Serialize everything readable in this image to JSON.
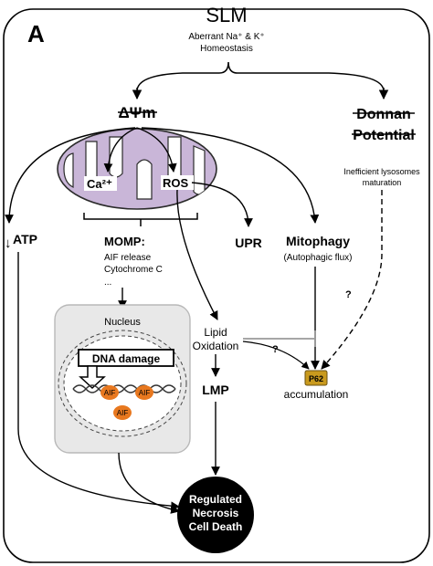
{
  "panel_label": "A",
  "title": "SLM",
  "subtitle_line1": "Aberrant Na⁺ & K⁺",
  "subtitle_line2": "Homeostasis",
  "delta_psi": "ΔΨm",
  "donnan_line1": "Donnan",
  "donnan_line2": "Potential",
  "lysosome_line1": "Inefficient lysosomes",
  "lysosome_line2": "maturation",
  "ca2": "Ca²⁺",
  "ros": "ROS",
  "atp": "ATP",
  "momp": "MOMP:",
  "aif_release": "AIF release",
  "cytochrome_c": "Cytochrome C",
  "ellipsis": "...",
  "nucleus": "Nucleus",
  "dna_damage": "DNA damage",
  "aif": "AIF",
  "upr": "UPR",
  "mitophagy": "Mitophagy",
  "autophagic_flux": "(Autophagic flux)",
  "question_mark": "?",
  "lipid": "Lipid",
  "oxidation": "Oxidation",
  "lmp": "LMP",
  "p62": "P62",
  "accumulation": "accumulation",
  "death_line1": "Regulated",
  "death_line2": "Necrosis",
  "death_line3": "Cell Death",
  "colors": {
    "mito_fill": "#c9b6d8",
    "mito_stroke": "#2b2b2b",
    "nucleus_box": "#e8e8e8",
    "aif_orange": "#e8781f",
    "p62_fill": "#c99a1e",
    "death_fill": "#000000"
  }
}
